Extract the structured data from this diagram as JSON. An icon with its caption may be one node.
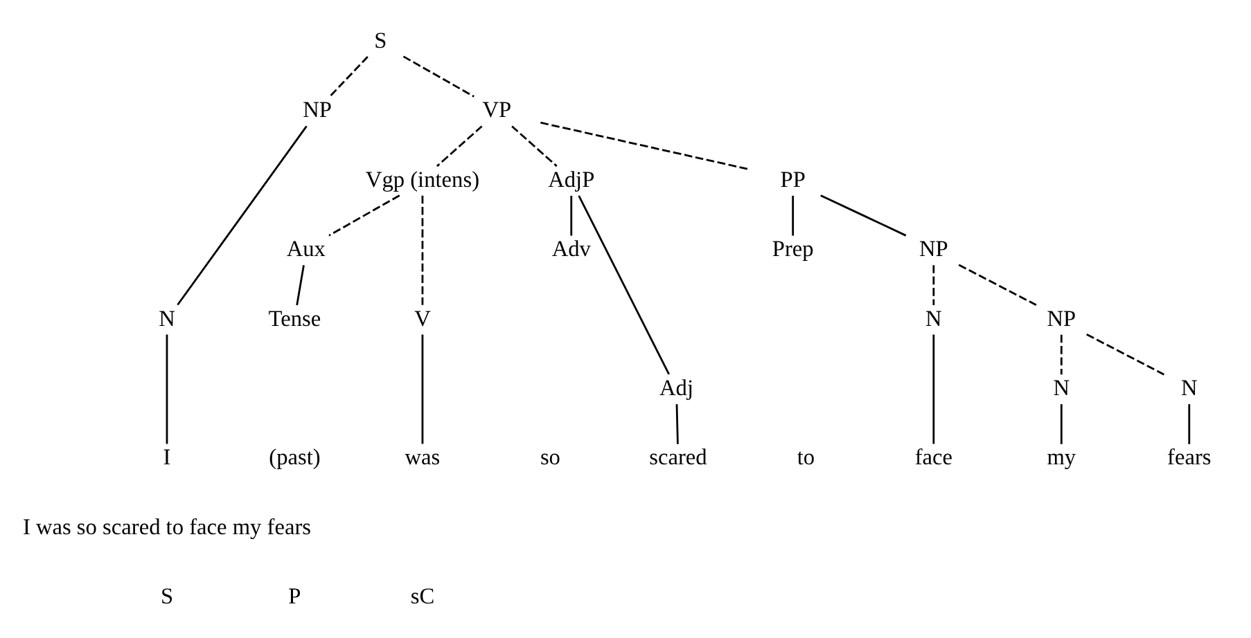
{
  "diagram": {
    "nodes": [
      {
        "text": [
          "S"
        ]
      },
      {
        "text": [
          "NP"
        ]
      },
      {
        "text": [
          "VP"
        ]
      },
      {
        "text": [
          "N"
        ]
      },
      {
        "text": [
          "Vgp (intens)"
        ]
      },
      {
        "text": [
          "AdjP"
        ]
      },
      {
        "text": [
          "PP"
        ]
      },
      {
        "text": [
          "Aux"
        ]
      },
      {
        "text": [
          "V"
        ]
      },
      {
        "text": [
          "Adv"
        ]
      },
      {
        "text": [
          "Adj"
        ]
      },
      {
        "text": [
          "Prep"
        ]
      },
      {
        "text": [
          "NP"
        ]
      },
      {
        "text": [
          "Tense"
        ]
      },
      {
        "text": [
          "N"
        ]
      },
      {
        "text": [
          "NP"
        ]
      },
      {
        "text": [
          "N"
        ]
      },
      {
        "text": [
          "N"
        ]
      },
      {
        "text": [
          "I"
        ]
      },
      {
        "text": [
          "was"
        ]
      },
      {
        "text": [
          "scared"
        ]
      },
      {
        "text": [
          "face"
        ]
      },
      {
        "text": [
          "my"
        ]
      },
      {
        "text": [
          "fears"
        ]
      }
    ],
    "edges": [
      {
        "from": 0,
        "to": 1,
        "arrow": "none",
        "style": "dashed"
      },
      {
        "from": 0,
        "to": 2,
        "arrow": "none",
        "style": "dashed"
      },
      {
        "from": 1,
        "to": 3,
        "arrow": "none"
      },
      {
        "from": 2,
        "to": 4,
        "arrow": "none",
        "style": "dashed"
      },
      {
        "from": 2,
        "to": 5,
        "arrow": "none",
        "style": "dashed"
      },
      {
        "from": 2,
        "to": 6,
        "arrow": "none",
        "style": "dashed"
      },
      {
        "from": 3,
        "to": 18,
        "arrow": "none"
      },
      {
        "from": 4,
        "to": 7,
        "arrow": "none",
        "style": "dashed"
      },
      {
        "from": 4,
        "to": 8,
        "arrow": "none",
        "style": "dashed"
      },
      {
        "from": 5,
        "to": 9,
        "arrow": "none"
      },
      {
        "from": 5,
        "to": 10,
        "arrow": "none"
      },
      {
        "from": 6,
        "to": 11,
        "arrow": "none"
      },
      {
        "from": 6,
        "to": 12,
        "arrow": "none"
      },
      {
        "from": 7,
        "to": 13,
        "arrow": "none"
      },
      {
        "from": 8,
        "to": 19,
        "arrow": "none"
      },
      {
        "from": 10,
        "to": 20,
        "arrow": "none"
      },
      {
        "from": 12,
        "to": 14,
        "arrow": "none",
        "style": "dashed"
      },
      {
        "from": 12,
        "to": 15,
        "arrow": "none",
        "style": "dashed"
      },
      {
        "from": 14,
        "to": 21,
        "arrow": "none"
      },
      {
        "from": 15,
        "to": 16,
        "arrow": "none",
        "style": "dashed"
      },
      {
        "from": 15,
        "to": 17,
        "arrow": "none",
        "style": "dashed"
      },
      {
        "from": 16,
        "to": 22,
        "arrow": "none"
      },
      {
        "from": 17,
        "to": 23,
        "arrow": "none"
      }
    ],
    "labels": [
      "(past)",
      "so",
      "to",
      "I was so scared to face my fears",
      "S",
      "P",
      "sC"
    ]
  }
}
